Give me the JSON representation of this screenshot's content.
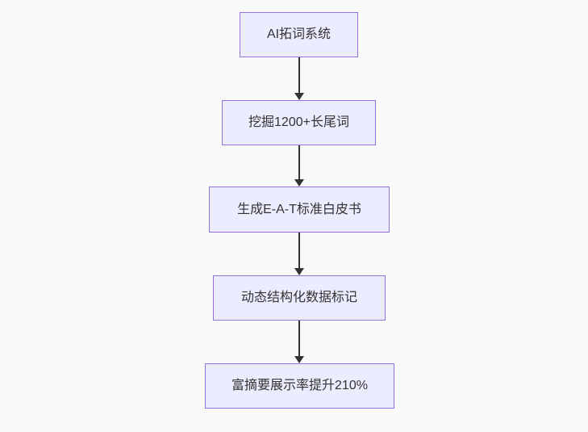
{
  "diagram": {
    "type": "flowchart",
    "direction": "top-down",
    "nodes": [
      {
        "id": "node-1",
        "label": "AI拓词系统"
      },
      {
        "id": "node-2",
        "label": "挖掘1200+长尾词"
      },
      {
        "id": "node-3",
        "label": "生成E-A-T标准白皮书"
      },
      {
        "id": "node-4",
        "label": "动态结构化数据标记"
      },
      {
        "id": "node-5",
        "label": "富摘要展示率提升210%"
      }
    ],
    "edges": [
      {
        "from": "node-1",
        "to": "node-2"
      },
      {
        "from": "node-2",
        "to": "node-3"
      },
      {
        "from": "node-3",
        "to": "node-4"
      },
      {
        "from": "node-4",
        "to": "node-5"
      }
    ],
    "colors": {
      "node_fill": "#ececff",
      "node_border": "#9370db",
      "node_text": "#333333",
      "arrow": "#333333",
      "background": "#fafafa"
    }
  }
}
